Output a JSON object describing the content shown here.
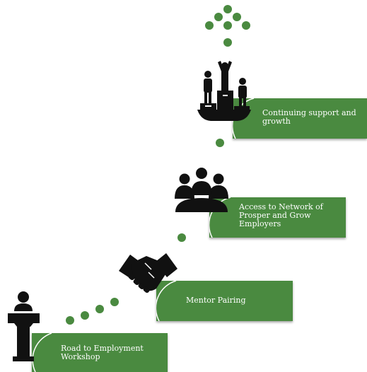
{
  "steps": [
    {
      "label": "Road to Employment Workshop",
      "icon": "speaker-podium-person-icon"
    },
    {
      "label": "Mentor Pairing",
      "icon": "handshake-icon"
    },
    {
      "label": "Access to Network of Prosper and Grow Employers",
      "icon": "group-of-people-icon"
    },
    {
      "label": "Continuing support and growth",
      "icon": "winners-podium-icon"
    }
  ],
  "colors": {
    "accent": "#4a8a40",
    "icon": "#111111",
    "text": "#ffffff"
  }
}
